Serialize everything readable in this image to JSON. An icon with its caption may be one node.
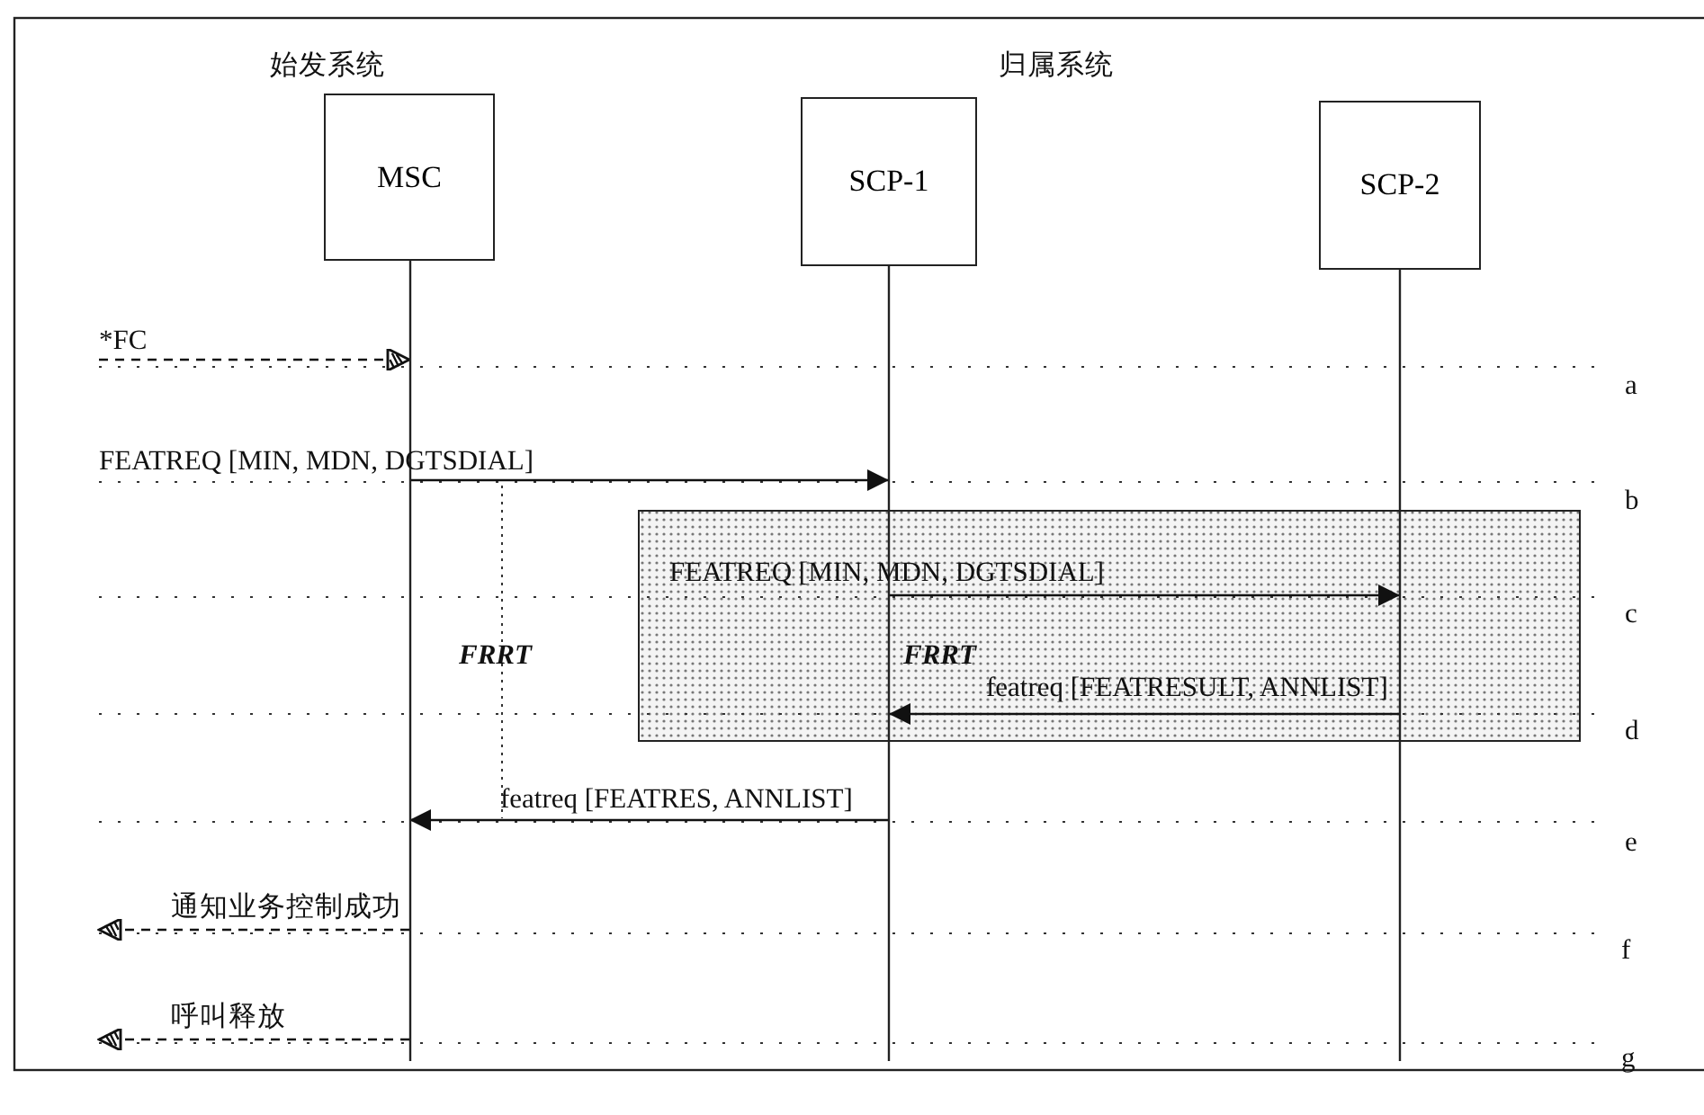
{
  "diagram": {
    "nodes": [
      {
        "text": [
          "MSC"
        ]
      },
      {
        "text": [
          "SCP-1"
        ]
      },
      {
        "text": [
          "SCP-2"
        ]
      }
    ],
    "edges": [
      {
        "from": null,
        "to": 0,
        "arrow": "to",
        "label": "*FC",
        "style": "dashed"
      },
      {
        "from": 0,
        "to": 1,
        "arrow": "to",
        "label": "FEATREQ [MIN, MDN, DGTSDIAL]"
      },
      {
        "from": 1,
        "to": 2,
        "arrow": "to",
        "label": "FEATREQ [MIN, MDN, DGTSDIAL]"
      },
      {
        "from": 2,
        "to": 1,
        "arrow": "to",
        "label": "featreq [FEATRESULT, ANNLIST]"
      },
      {
        "from": 1,
        "to": 0,
        "arrow": "to",
        "label": "featreq [FEATRES, ANNLIST]"
      },
      {
        "from": 0,
        "to": null,
        "arrow": "to",
        "label": "通知业务控制成功",
        "style": "dashed"
      },
      {
        "from": 0,
        "to": null,
        "arrow": "to",
        "label": "呼叫释放",
        "style": "dashed"
      }
    ],
    "labels": [
      "始发系统",
      "归属系统",
      "a",
      "b",
      "c",
      "FRRT",
      "FRRT",
      "d",
      "e",
      "f",
      "g"
    ]
  }
}
